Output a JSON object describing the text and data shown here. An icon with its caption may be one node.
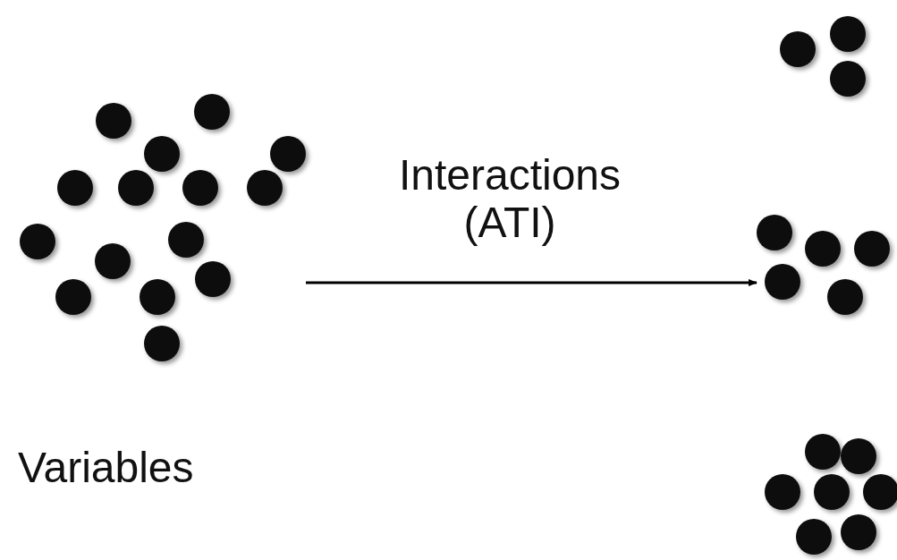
{
  "diagram": {
    "nodes": [
      {
        "text": [],
        "shape": "picture"
      },
      {
        "text": [],
        "shape": "picture"
      },
      {
        "text": [],
        "shape": "picture"
      },
      {
        "text": [],
        "shape": "picture"
      }
    ],
    "edges": [
      {
        "from": 0,
        "to": 2,
        "arrow": "to",
        "label": "Interactions (ATI)"
      }
    ],
    "labels": [
      "Variables"
    ]
  }
}
